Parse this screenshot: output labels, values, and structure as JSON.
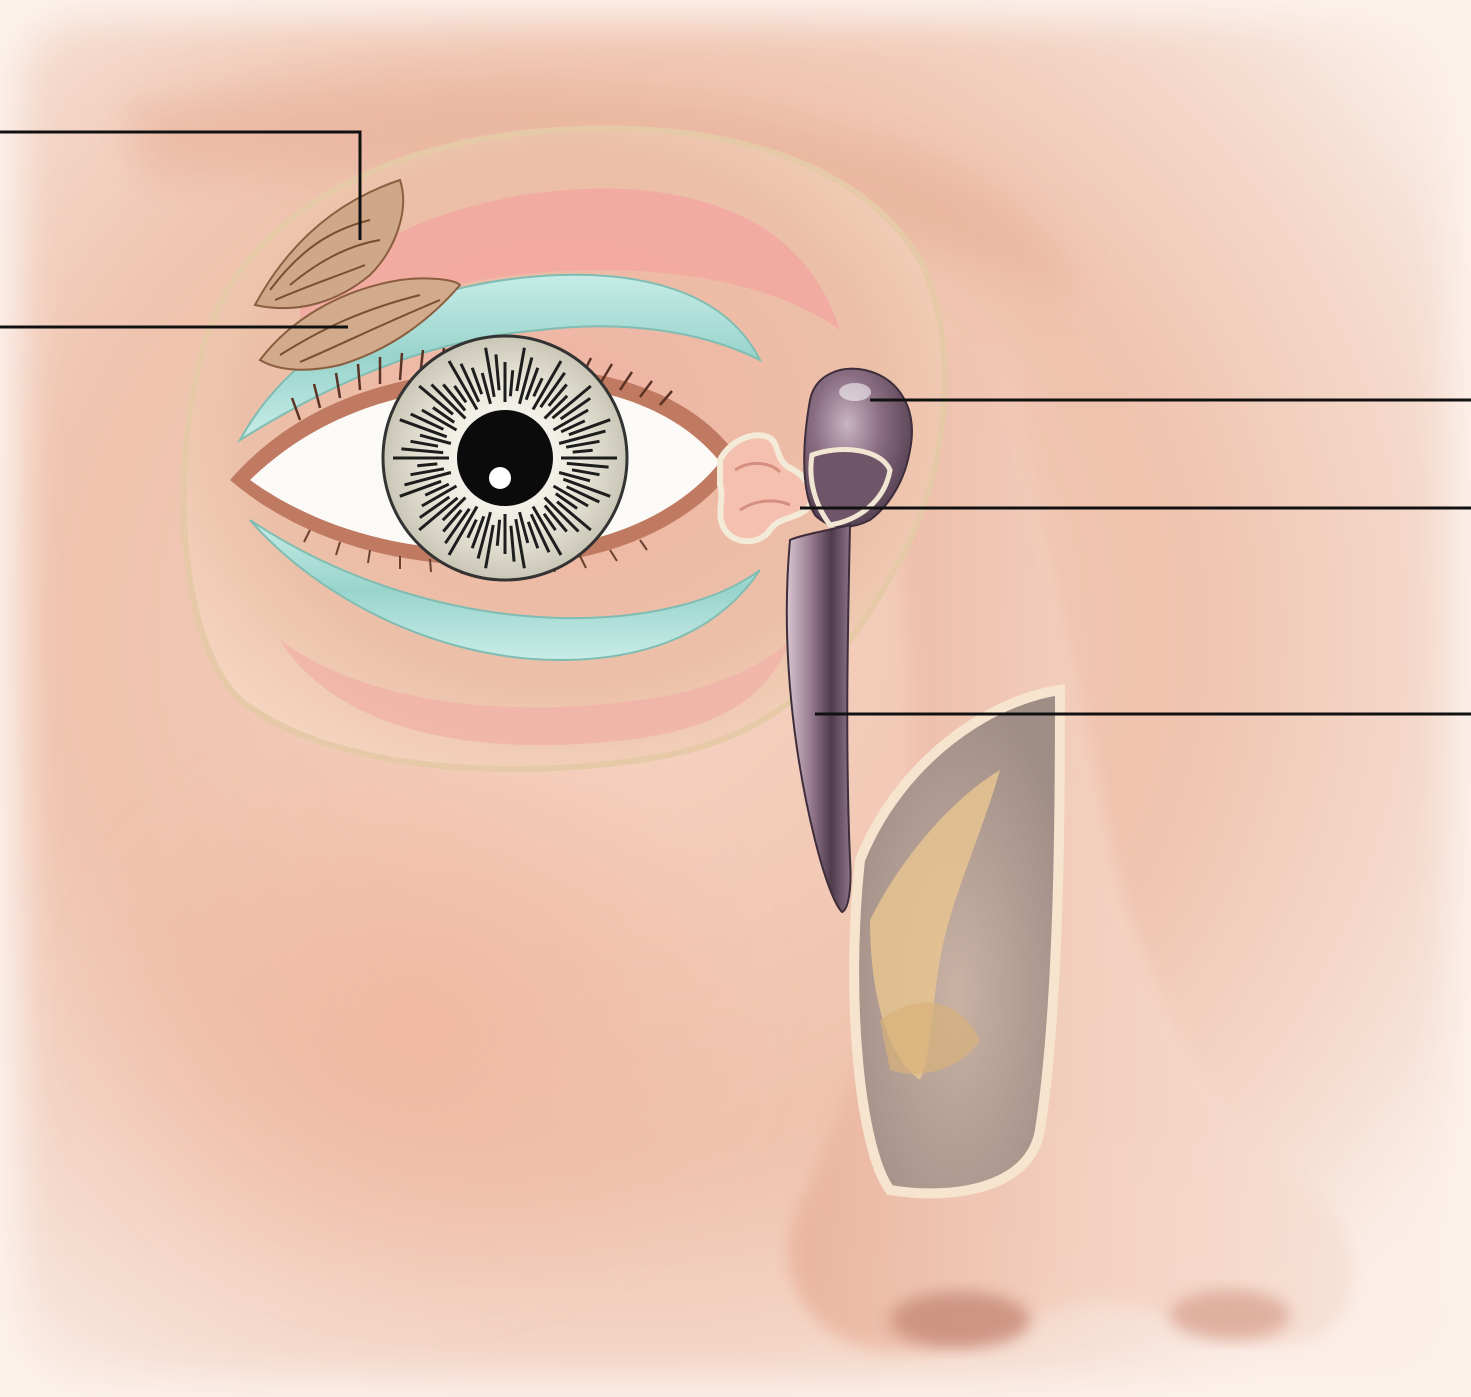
{
  "diagram": {
    "subject": "lacrimal-apparatus",
    "labels": [
      {
        "id": "label-1",
        "text": ""
      },
      {
        "id": "label-2",
        "text": ""
      },
      {
        "id": "label-3",
        "text": ""
      },
      {
        "id": "label-4",
        "text": ""
      },
      {
        "id": "label-5",
        "text": ""
      }
    ]
  },
  "colors": {
    "skin_light": "#f7e2d6",
    "skin_mid": "#efc3ae",
    "skin_shadow": "#e2a592",
    "gland": "#c9a484",
    "conjunctiva_pink": "#f2a8a0",
    "tear_film": "#a9ddd6",
    "sac_purple": "#8c6f84",
    "leader_line": "#111111"
  }
}
